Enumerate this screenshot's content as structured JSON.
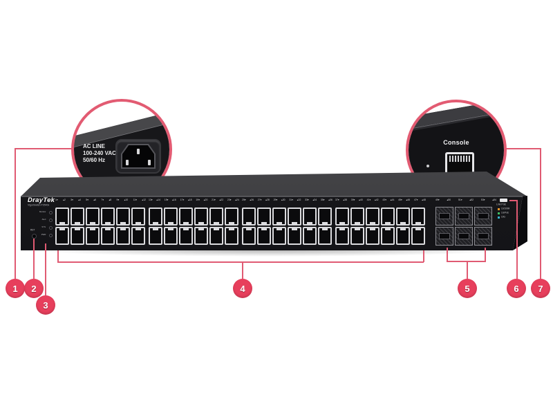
{
  "colors": {
    "accent": "#e73f5c",
    "line": "#e05a72",
    "ring": "#e25b72"
  },
  "power_inset": {
    "lines": [
      "AC LINE",
      "100-240 VAC",
      "50/60 Hz"
    ]
  },
  "console_inset": {
    "label": "Console"
  },
  "switch": {
    "brand": "DrayTek",
    "model": "VigorSwitch P2540x",
    "reset_label": "RST",
    "led_labels": [
      "Monitor",
      "Alert",
      "SYS",
      "PWR"
    ],
    "port_groups": [
      {
        "labels": "1▾ ▴2 3▾ ▴4 5▾ ▴6 7▾ ▴8 9▾ ▴10 11▾ ▴12",
        "ports": 6
      },
      {
        "labels": "13▾ ▴14 15▾ ▴16 17▾ ▴18 19▾ ▴20 21▾ ▴22 23▾ ▴24",
        "ports": 6
      },
      {
        "labels": "25▾ ▴26 27▾ ▴28 29▾ ▴30 31▾ ▴32 33▾ ▴34 35▾ ▴36",
        "ports": 6
      },
      {
        "labels": "37▾ ▴38 39▾ ▴40 41▾ ▴42 43▾ ▴44 45▾ ▴46 47▾ ▴48",
        "ports": 6
      }
    ],
    "sfp_labels": "49▾ ▴50 51▾ ▴52 53▾ ▴54",
    "sfp_columns": 3,
    "sfp_rows": 2,
    "mode_label": "Link PoE",
    "legend": [
      {
        "color": "#e8962e",
        "label": "10/100M"
      },
      {
        "color": "#3fbf63",
        "label": "1G/PoE"
      },
      {
        "color": "#35b6cf",
        "label": "10G"
      }
    ]
  },
  "callouts": [
    {
      "number": "1"
    },
    {
      "number": "2"
    },
    {
      "number": "3"
    },
    {
      "number": "4"
    },
    {
      "number": "5"
    },
    {
      "number": "6"
    },
    {
      "number": "7"
    }
  ]
}
